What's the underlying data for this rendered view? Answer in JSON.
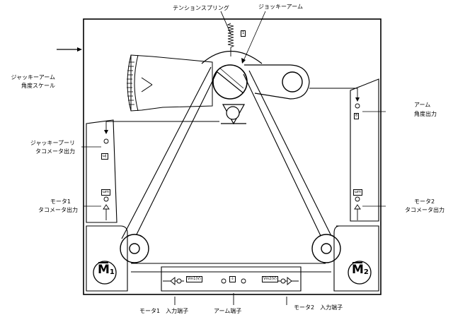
{
  "labels": {
    "tension_spring": "テンションスプリング",
    "jockey_arm": "ジョッキーアーム",
    "jockey_arm_scale_1": "ジャッキーアーム",
    "jockey_arm_scale_2": "角度スケール",
    "jockey_pulley_1": "ジャッキープーリ",
    "jockey_pulley_2": "タコメータ出力",
    "motor1_1": "モータ1",
    "motor1_2": "タコメータ出力",
    "arm_angle_1": "アーム",
    "arm_angle_2": "角度出力",
    "motor2_1": "モータ2",
    "motor2_2": "タコメータ出力",
    "motor1_input": "モータ1　入力端子",
    "arm_input": "アーム端子",
    "motor2_input": "モータ2　入力端子"
  },
  "panel_tags": {
    "top_number": "1",
    "theta_out": "θ",
    "omega_j": "ωj",
    "omega_m1": "ωm",
    "omega_m2": "ωm",
    "v_m1": "Vm1(V)",
    "v_m2": "Vm2(V)",
    "ground": "⏚"
  },
  "motor_logos": {
    "m1_letter": "M",
    "m1_number": "1",
    "m2_letter": "M",
    "m2_number": "2"
  }
}
